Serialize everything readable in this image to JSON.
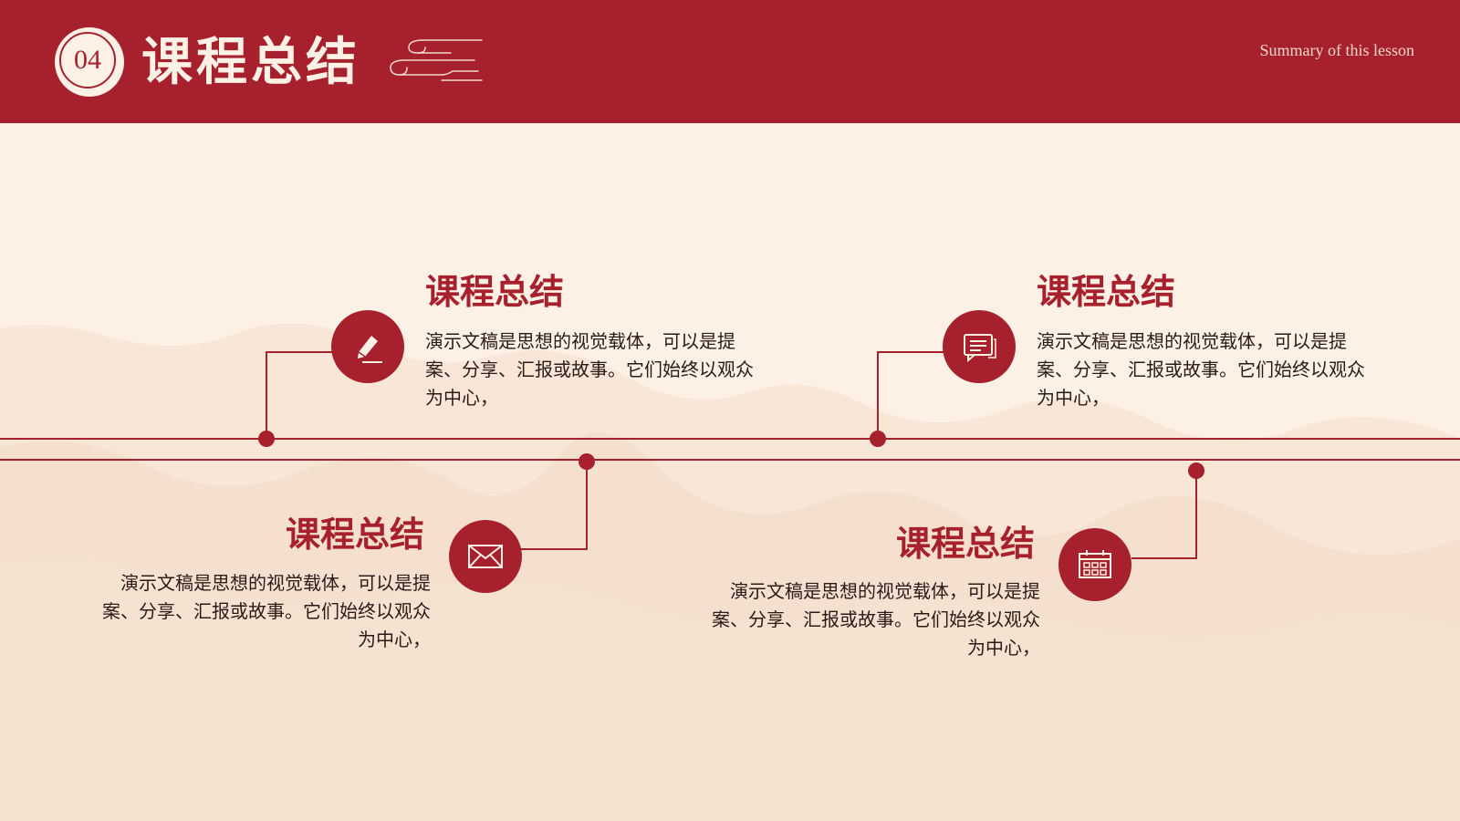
{
  "header": {
    "number": "04",
    "title": "课程总结",
    "subtitle": "Summary of this lesson"
  },
  "items": [
    {
      "title": "课程总结",
      "text": "演示文稿是思想的视觉载体，可以是提案、分享、汇报或故事。它们始终以观众为中心，",
      "icon": "pencil-icon"
    },
    {
      "title": "课程总结",
      "text": "演示文稿是思想的视觉载体，可以是提案、分享、汇报或故事。它们始终以观众为中心，",
      "icon": "chat-icon"
    },
    {
      "title": "课程总结",
      "text": "演示文稿是思想的视觉载体，可以是提案、分享、汇报或故事。它们始终以观众为中心，",
      "icon": "mail-icon"
    },
    {
      "title": "课程总结",
      "text": "演示文稿是思想的视觉载体，可以是提案、分享、汇报或故事。它们始终以观众为中心，",
      "icon": "calendar-icon"
    }
  ],
  "colors": {
    "primary": "#A6202E",
    "background": "#FCF1E4"
  }
}
